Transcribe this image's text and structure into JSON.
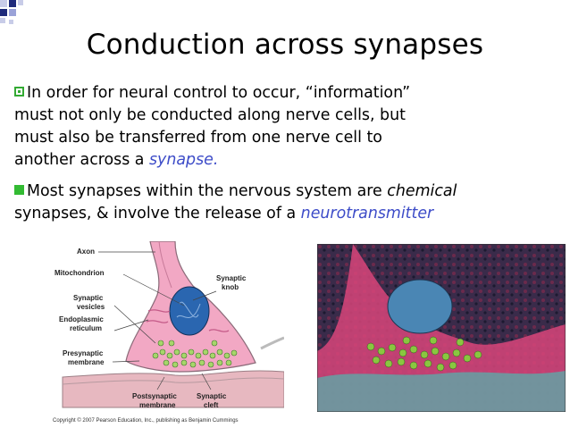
{
  "slide": {
    "title": "Conduction across synapses",
    "bullet1": {
      "line1": "In order for neural control to occur, “information”",
      "line2": "must not only be conducted along nerve cells, but",
      "line3": "must also be transferred from one nerve cell to",
      "line4_pre": "another across a ",
      "line4_term": "synapse."
    },
    "bullet2": {
      "line1_pre": "Most synapses within the nervous system are ",
      "line1_term": "chemical",
      "line2_pre": "synapses, & involve the release of a ",
      "line2_term": "neurotransmitter"
    },
    "colors": {
      "highlight": "#3d4cc8",
      "bullet": "#33bb33"
    }
  },
  "figure": {
    "labels": {
      "axon": "Axon",
      "mitochondrion": "Mitochondrion",
      "synaptic_vesicles_1": "Synaptic",
      "synaptic_vesicles_2": "vesicles",
      "er_1": "Endoplasmic",
      "er_2": "reticulum",
      "presynaptic_1": "Presynaptic",
      "presynaptic_2": "membrane",
      "synaptic_knob_1": "Synaptic",
      "synaptic_knob_2": "knob",
      "postsynaptic_1": "Postsynaptic",
      "postsynaptic_2": "membrane",
      "cleft_1": "Synaptic",
      "cleft_2": "cleft"
    },
    "copyright": "Copyright © 2007 Pearson Education, Inc., publishing as Benjamin Cummings"
  }
}
